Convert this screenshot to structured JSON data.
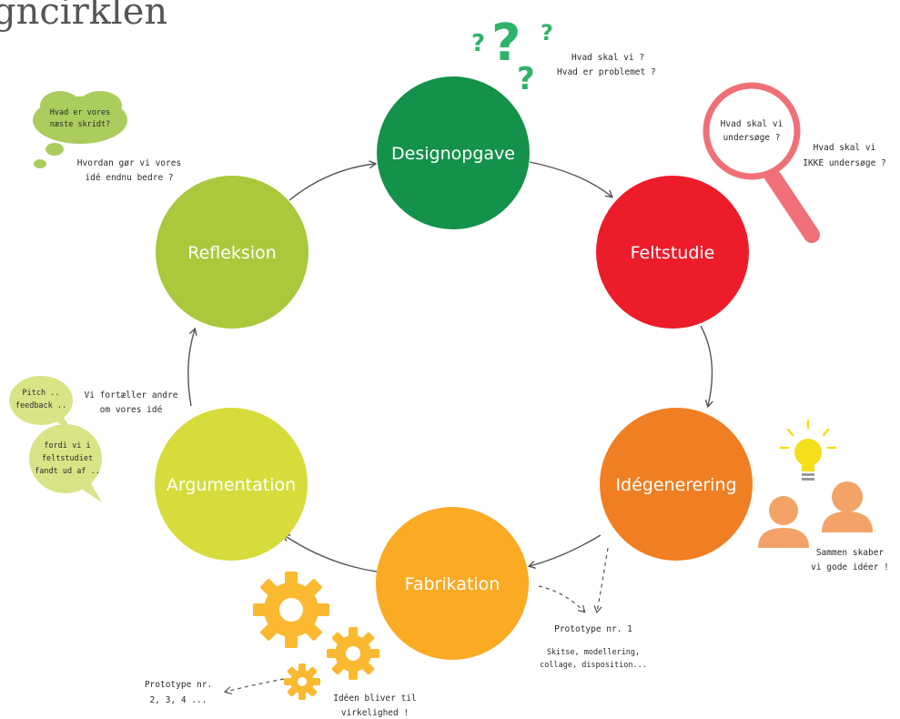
{
  "title": "gncirklen",
  "nodes": [
    {
      "id": "designopgave",
      "label": "Designopgave",
      "color": "#14914a"
    },
    {
      "id": "feltstudie",
      "label": "Feltstudie",
      "color": "#ec1c2b"
    },
    {
      "id": "idegenerering",
      "label": "Idégenerering",
      "color": "#f07e22"
    },
    {
      "id": "fabrikation",
      "label": "Fabrikation",
      "color": "#fbaa24"
    },
    {
      "id": "argumentation",
      "label": "Argumentation",
      "color": "#d5dc3b"
    },
    {
      "id": "refleksion",
      "label": "Refleksion",
      "color": "#a9c83b"
    }
  ],
  "notes": {
    "designopgave": [
      "Hvad skal vi ?",
      "Hvad er problemet ?"
    ],
    "magnifier": [
      "Hvad skal vi",
      "undersøge ?"
    ],
    "feltstudie": [
      "Hvad skal vi",
      "IKKE undersøge ?"
    ],
    "idegenerering": [
      "Sammen skaber",
      "vi gode idéer !"
    ],
    "prototype1": [
      "Prototype nr. 1"
    ],
    "prototype1_detail": [
      "Skitse, modellering,",
      "collage, disposition..."
    ],
    "fabrikation": [
      "Idéen bliver til",
      "virkelighed !"
    ],
    "prototype_more": [
      "Prototype nr.",
      "2, 3, 4 ..."
    ],
    "argumentation": [
      "Vi fortæller andre",
      "om vores idé"
    ],
    "bubble_pitch": [
      "Pitch ..",
      "feedback .."
    ],
    "bubble_feltstudiet": [
      "fordi vi i",
      "feltstudiet",
      "fandt ud af .."
    ],
    "refleksion": [
      "Hvordan gør vi vores",
      "idé endnu bedre ?"
    ],
    "cloud": [
      "Hvad er vores",
      "næste skridt?"
    ]
  },
  "icons": [
    "question-marks-icon",
    "magnifier-icon",
    "lightbulb-icon",
    "people-icon",
    "gears-icon",
    "speech-bubble-icon",
    "thought-cloud-icon"
  ]
}
